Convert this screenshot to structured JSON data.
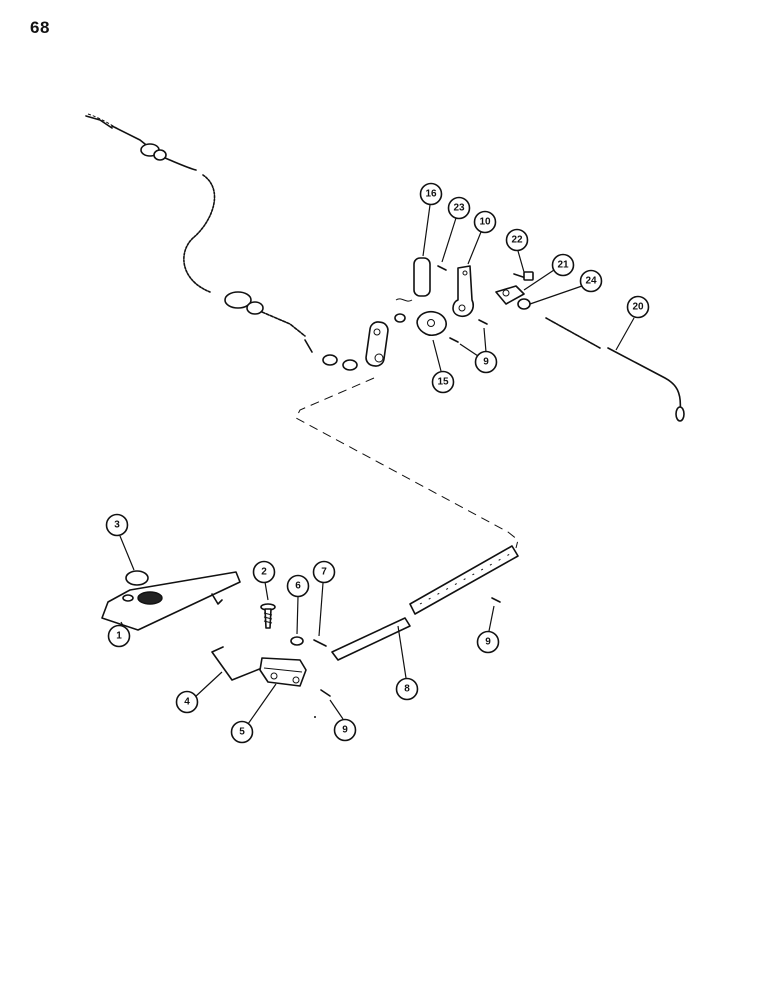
{
  "page": {
    "number": "68"
  },
  "callouts": [
    "1",
    "2",
    "3",
    "4",
    "5",
    "6",
    "7",
    "8",
    "9",
    "9",
    "9",
    "10",
    "15",
    "16",
    "20",
    "21",
    "22",
    "23",
    "24"
  ]
}
